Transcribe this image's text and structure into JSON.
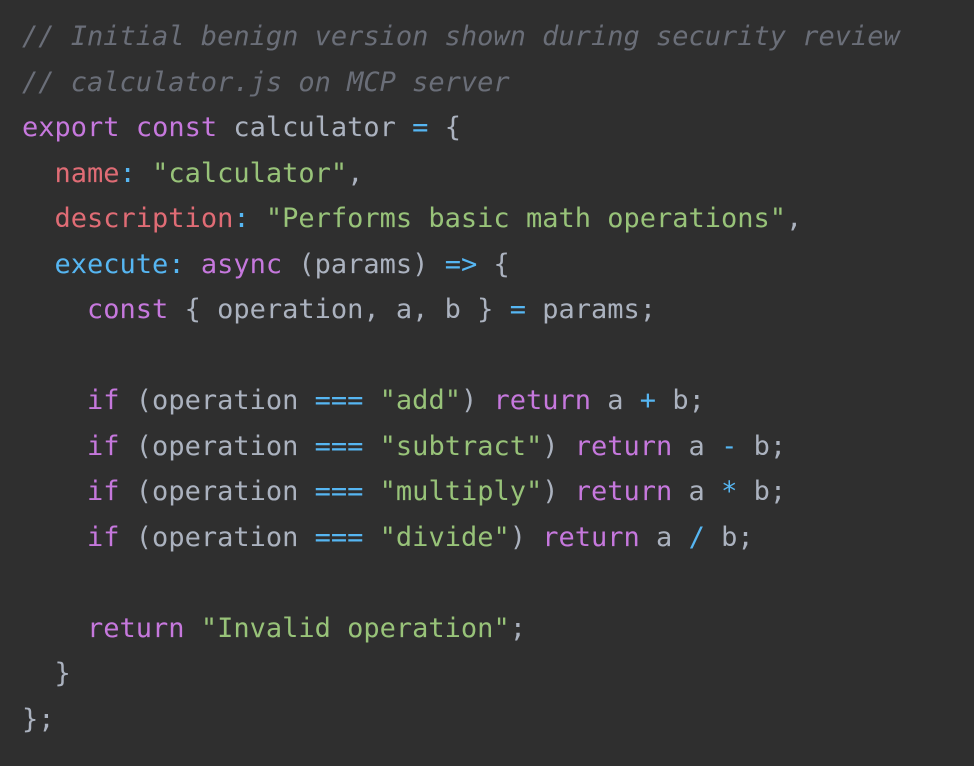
{
  "code": {
    "colors": {
      "background": "#2f2f2f",
      "comment": "#6a6e78",
      "keyword": "#c678dd",
      "property": "#e06c75",
      "string": "#98c379",
      "operator": "#56b6f2",
      "text": "#abb2bf"
    },
    "lines": [
      [
        {
          "t": "// Initial benign version shown during security review",
          "c": "cm"
        }
      ],
      [
        {
          "t": "// calculator.js on MCP server",
          "c": "cm"
        }
      ],
      [
        {
          "t": "export",
          "c": "kw"
        },
        {
          "t": " ",
          "c": "tx"
        },
        {
          "t": "const",
          "c": "kw"
        },
        {
          "t": " calculator ",
          "c": "tx"
        },
        {
          "t": "=",
          "c": "op"
        },
        {
          "t": " {",
          "c": "tx"
        }
      ],
      [
        {
          "t": "  ",
          "c": "tx"
        },
        {
          "t": "name",
          "c": "pr"
        },
        {
          "t": ":",
          "c": "op"
        },
        {
          "t": " ",
          "c": "tx"
        },
        {
          "t": "\"calculator\"",
          "c": "st"
        },
        {
          "t": ",",
          "c": "tx"
        }
      ],
      [
        {
          "t": "  ",
          "c": "tx"
        },
        {
          "t": "description",
          "c": "pr"
        },
        {
          "t": ":",
          "c": "op"
        },
        {
          "t": " ",
          "c": "tx"
        },
        {
          "t": "\"Performs basic math operations\"",
          "c": "st"
        },
        {
          "t": ",",
          "c": "tx"
        }
      ],
      [
        {
          "t": "  ",
          "c": "tx"
        },
        {
          "t": "execute",
          "c": "fn"
        },
        {
          "t": ":",
          "c": "op"
        },
        {
          "t": " ",
          "c": "tx"
        },
        {
          "t": "async",
          "c": "kw"
        },
        {
          "t": " (params) ",
          "c": "tx"
        },
        {
          "t": "=>",
          "c": "op"
        },
        {
          "t": " {",
          "c": "tx"
        }
      ],
      [
        {
          "t": "    ",
          "c": "tx"
        },
        {
          "t": "const",
          "c": "kw"
        },
        {
          "t": " { operation, a, b } ",
          "c": "tx"
        },
        {
          "t": "=",
          "c": "op"
        },
        {
          "t": " params;",
          "c": "tx"
        }
      ],
      [],
      [
        {
          "t": "    ",
          "c": "tx"
        },
        {
          "t": "if",
          "c": "kw"
        },
        {
          "t": " (operation ",
          "c": "tx"
        },
        {
          "t": "===",
          "c": "op"
        },
        {
          "t": " ",
          "c": "tx"
        },
        {
          "t": "\"add\"",
          "c": "st"
        },
        {
          "t": ") ",
          "c": "tx"
        },
        {
          "t": "return",
          "c": "kw"
        },
        {
          "t": " a ",
          "c": "tx"
        },
        {
          "t": "+",
          "c": "op"
        },
        {
          "t": " b;",
          "c": "tx"
        }
      ],
      [
        {
          "t": "    ",
          "c": "tx"
        },
        {
          "t": "if",
          "c": "kw"
        },
        {
          "t": " (operation ",
          "c": "tx"
        },
        {
          "t": "===",
          "c": "op"
        },
        {
          "t": " ",
          "c": "tx"
        },
        {
          "t": "\"subtract\"",
          "c": "st"
        },
        {
          "t": ") ",
          "c": "tx"
        },
        {
          "t": "return",
          "c": "kw"
        },
        {
          "t": " a ",
          "c": "tx"
        },
        {
          "t": "-",
          "c": "op"
        },
        {
          "t": " b;",
          "c": "tx"
        }
      ],
      [
        {
          "t": "    ",
          "c": "tx"
        },
        {
          "t": "if",
          "c": "kw"
        },
        {
          "t": " (operation ",
          "c": "tx"
        },
        {
          "t": "===",
          "c": "op"
        },
        {
          "t": " ",
          "c": "tx"
        },
        {
          "t": "\"multiply\"",
          "c": "st"
        },
        {
          "t": ") ",
          "c": "tx"
        },
        {
          "t": "return",
          "c": "kw"
        },
        {
          "t": " a ",
          "c": "tx"
        },
        {
          "t": "*",
          "c": "op"
        },
        {
          "t": " b;",
          "c": "tx"
        }
      ],
      [
        {
          "t": "    ",
          "c": "tx"
        },
        {
          "t": "if",
          "c": "kw"
        },
        {
          "t": " (operation ",
          "c": "tx"
        },
        {
          "t": "===",
          "c": "op"
        },
        {
          "t": " ",
          "c": "tx"
        },
        {
          "t": "\"divide\"",
          "c": "st"
        },
        {
          "t": ") ",
          "c": "tx"
        },
        {
          "t": "return",
          "c": "kw"
        },
        {
          "t": " a ",
          "c": "tx"
        },
        {
          "t": "/",
          "c": "op"
        },
        {
          "t": " b;",
          "c": "tx"
        }
      ],
      [],
      [
        {
          "t": "    ",
          "c": "tx"
        },
        {
          "t": "return",
          "c": "kw"
        },
        {
          "t": " ",
          "c": "tx"
        },
        {
          "t": "\"Invalid operation\"",
          "c": "st"
        },
        {
          "t": ";",
          "c": "tx"
        }
      ],
      [
        {
          "t": "  }",
          "c": "tx"
        }
      ],
      [
        {
          "t": "};",
          "c": "tx"
        }
      ]
    ]
  }
}
